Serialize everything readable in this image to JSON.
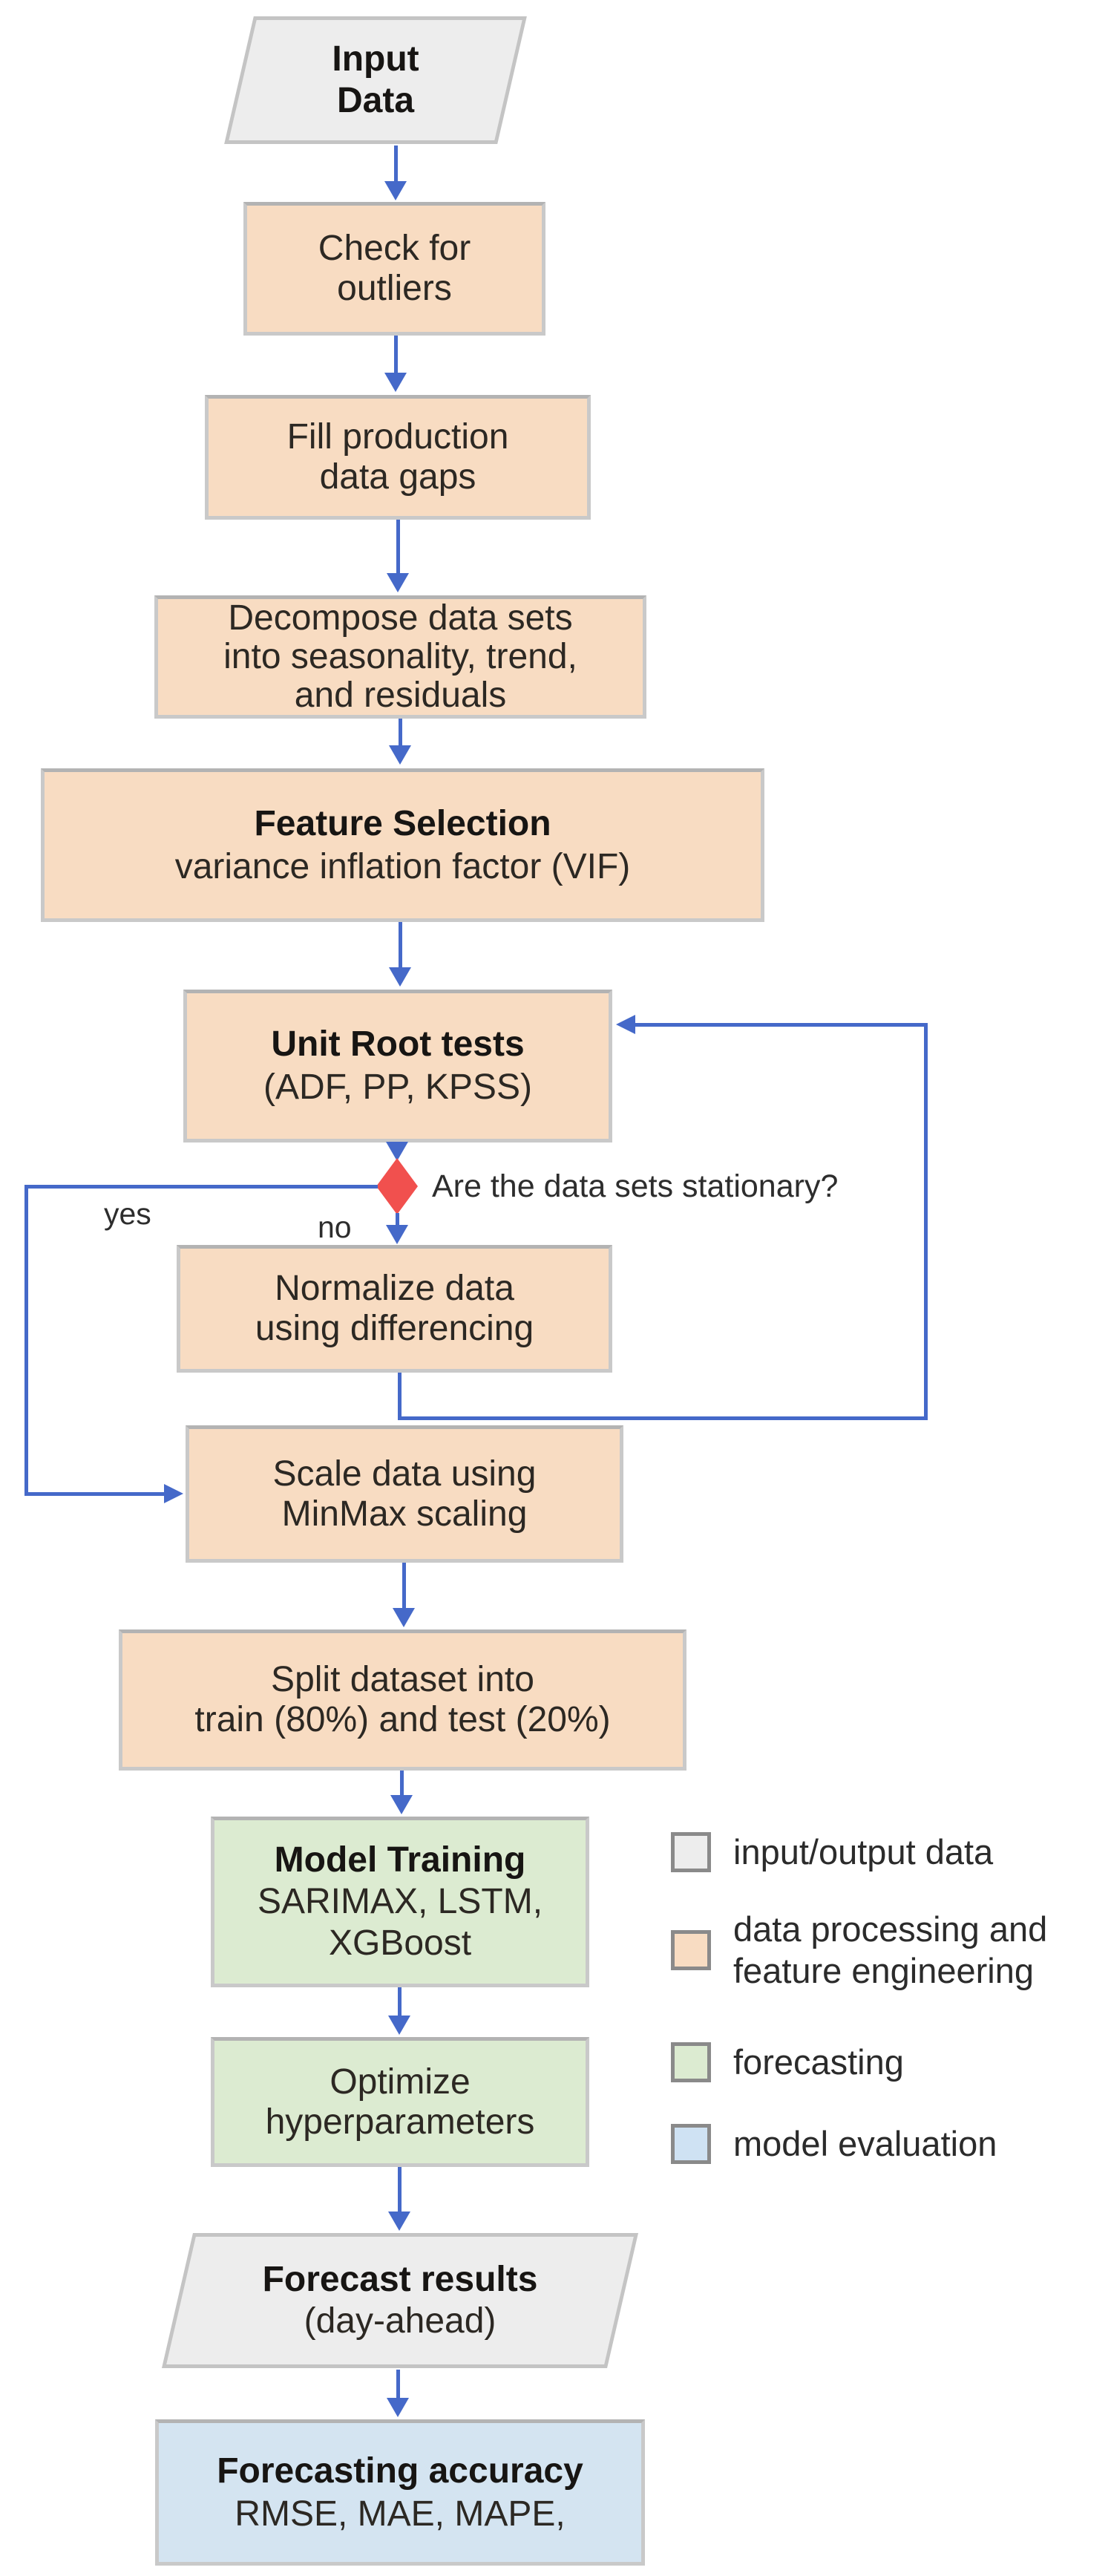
{
  "nodes": {
    "input_data": {
      "line1": "Input",
      "line2": "Data"
    },
    "check_outliers": {
      "line1": "Check for",
      "line2": "outliers"
    },
    "fill_gaps": {
      "line1": "Fill production",
      "line2": "data gaps"
    },
    "decompose": {
      "line1": "Decompose data sets",
      "line2": "into seasonality, trend,",
      "line3": "and residuals"
    },
    "feature_selection": {
      "title": "Feature Selection",
      "subtitle": "variance inflation factor (VIF)"
    },
    "unit_root": {
      "title": "Unit Root tests",
      "subtitle": "(ADF, PP, KPSS)"
    },
    "decision": {
      "question": "Are the data sets stationary?",
      "yes_label": "yes",
      "no_label": "no"
    },
    "normalize": {
      "line1": "Normalize data",
      "line2": "using differencing"
    },
    "scale": {
      "line1": "Scale data using",
      "line2": "MinMax scaling"
    },
    "split": {
      "line1": "Split dataset into",
      "line2": "train (80%) and test (20%)"
    },
    "model_training": {
      "title": "Model Training",
      "line2": "SARIMAX, LSTM,",
      "line3": "XGBoost"
    },
    "optimize": {
      "line1": "Optimize",
      "line2": "hyperparameters"
    },
    "forecast_results": {
      "title": "Forecast results",
      "subtitle": "(day-ahead)"
    },
    "forecast_accuracy": {
      "title": "Forecasting accuracy",
      "subtitle": "RMSE, MAE, MAPE,"
    }
  },
  "legend": {
    "items": [
      {
        "label": "input/output data",
        "color": "#ededed"
      },
      {
        "label": "data processing and\nfeature engineering",
        "color": "#f8dcc2"
      },
      {
        "label": "forecasting",
        "color": "#dcebd1"
      },
      {
        "label": "model evaluation",
        "color": "#cfe2f3"
      }
    ]
  },
  "colors": {
    "arrow": "#4569c9",
    "decision_diamond": "#f1504e",
    "input_output_fill": "#ededed",
    "processing_fill": "#f8dcc2",
    "forecasting_fill": "#dcebd1",
    "evaluation_fill": "#d4e4f1"
  }
}
